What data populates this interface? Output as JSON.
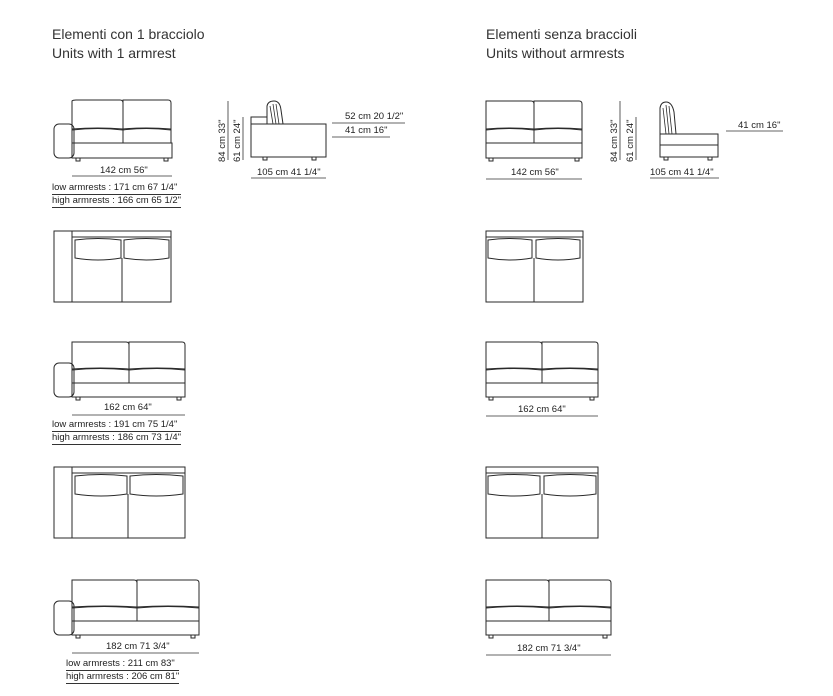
{
  "headers": {
    "left": {
      "it": "Elementi con 1 bracciolo",
      "en": "Units with 1 armrest"
    },
    "right": {
      "it": "Elementi senza braccioli",
      "en": "Units without armrests"
    }
  },
  "side_view": {
    "height_total": "84 cm 33\"",
    "height_seat": "61 cm 24\"",
    "depth": "105 cm 41 1/4\""
  },
  "side_view_left": {
    "seat_depth_1": "52 cm 20 1/2\"",
    "seat_depth_2": "41 cm 16\""
  },
  "side_view_right": {
    "seat_depth": "41 cm 16\""
  },
  "units": {
    "w142": "142 cm 56\"",
    "w162": "162 cm 64\"",
    "w182": "182 cm 71 3/4\""
  },
  "armrests_142": {
    "low": "low armrests : 171 cm 67 1/4\"",
    "high": "high armrests : 166 cm 65 1/2\""
  },
  "armrests_162": {
    "low": "low armrests : 191 cm 75 1/4\"",
    "high": "high armrests : 186 cm 73 1/4\""
  },
  "armrests_182": {
    "low": "low armrests : 211 cm 83\"",
    "high": "high armrests : 206 cm 81\""
  }
}
